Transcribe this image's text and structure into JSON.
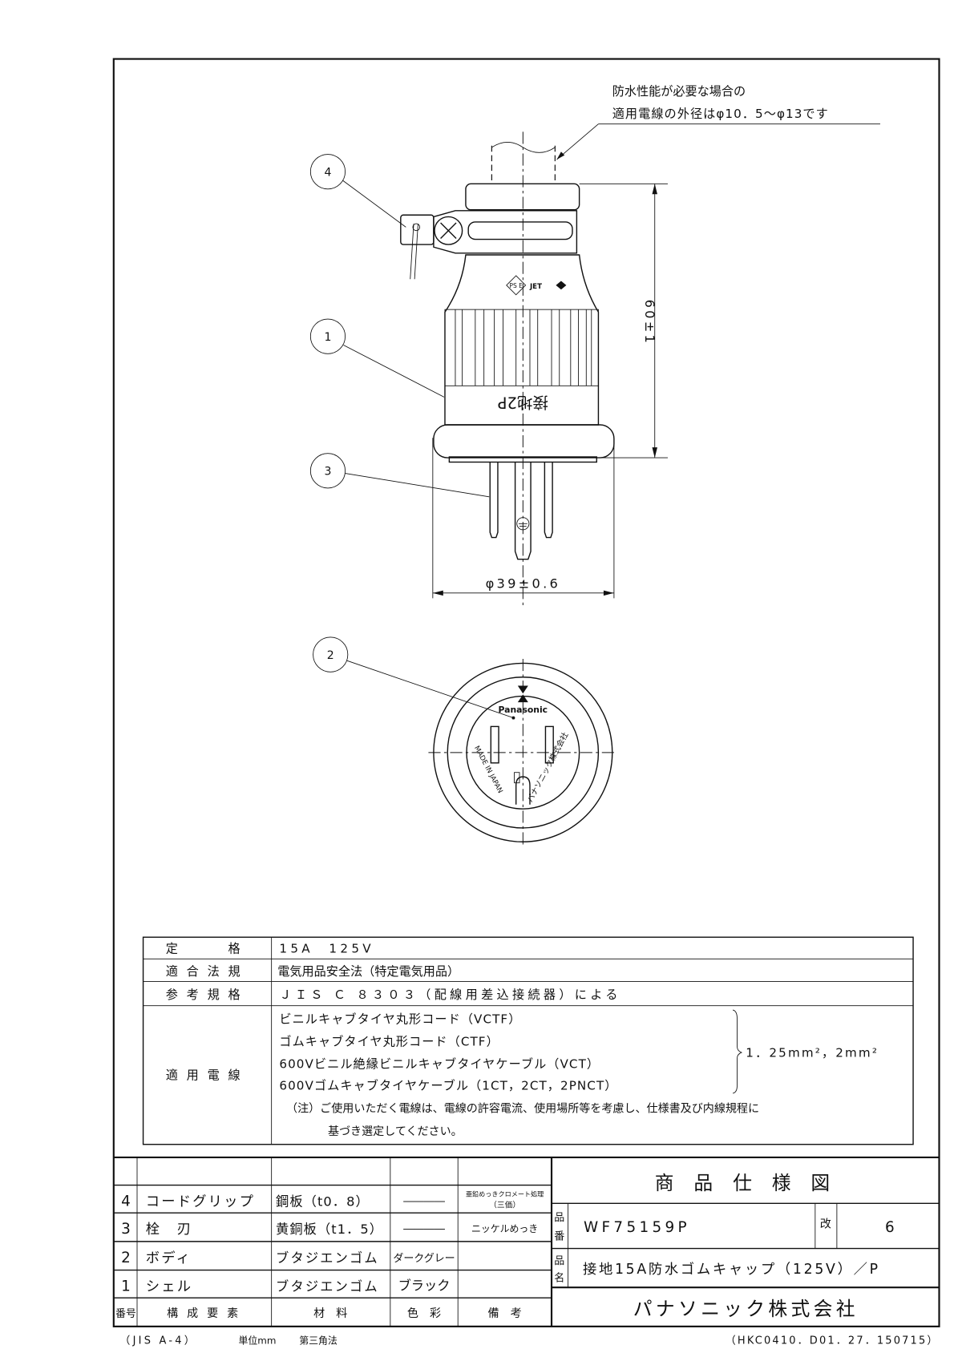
{
  "note": {
    "line1": "防水性能が必要な場合の",
    "line2": "適用電線の外径はφ10．5～φ13です"
  },
  "callouts": [
    "1",
    "2",
    "3",
    "4"
  ],
  "drawing": {
    "body_marking": "接地2P",
    "height_dim": "60±1",
    "diameter_dim": "φ39±0.6",
    "face_brand": "Panasonic",
    "face_made_in": "MADE IN JAPAN",
    "face_maker": "パナソニック株式会社",
    "cert_mark": "PS E",
    "jet_mark": "JET"
  },
  "spec_table": [
    {
      "label": "定　　格",
      "value": "15A　125V"
    },
    {
      "label": "適合法規",
      "value": "電気用品安全法（特定電気用品）"
    },
    {
      "label": "参考規格",
      "value": "ＪＩＳ Ｃ ８３０３（配線用差込接続器）による"
    }
  ],
  "wires": {
    "label": "適用電線",
    "items": [
      "ビニルキャブタイヤ丸形コード（VCTF）",
      "ゴムキャブタイヤ丸形コード（CTF）",
      "600Vビニル絶縁ビニルキャブタイヤケーブル（VCT）",
      "600Vゴムキャブタイヤケーブル（1CT，2CT，2PNCT）"
    ],
    "size": "1．25mm²，2mm²",
    "note1": "（注）ご使用いただく電線は、電線の許容電流、使用場所等を考慮し、仕様書及び内線規程に",
    "note2": "基づき選定してください。"
  },
  "parts": {
    "headers": {
      "no": "番号",
      "component": "構 成 要 素",
      "material": "材　料",
      "color": "色　彩",
      "remarks": "備　考"
    },
    "rows": [
      {
        "no": "4",
        "component": "コードグリップ",
        "material": "鋼板（t0．8）",
        "color": "――――",
        "remarks1": "亜鉛めっきクロメート処理",
        "remarks2": "（三価）"
      },
      {
        "no": "3",
        "component": "栓　刃",
        "material": "黄銅板（t1．5）",
        "color": "――――",
        "remarks1": "ニッケルめっき",
        "remarks2": ""
      },
      {
        "no": "2",
        "component": "ボディ",
        "material": "ブタジエンゴム",
        "color": "ダークグレー",
        "remarks1": "",
        "remarks2": ""
      },
      {
        "no": "1",
        "component": "シェル",
        "material": "ブタジエンゴム",
        "color": "ブラック",
        "remarks1": "",
        "remarks2": ""
      }
    ]
  },
  "title_block": {
    "title": "商 品 仕 様 図",
    "part_no_label_1": "品",
    "part_no_label_2": "番",
    "part_no": "WF75159P",
    "rev_label": "改",
    "rev": "6",
    "name_label_1": "品",
    "name_label_2": "名",
    "name": "接地15A防水ゴムキャップ（125V）／P",
    "company": "パナソニック株式会社"
  },
  "footer": {
    "paper": "（JIS A-4）",
    "unit": "単位mm",
    "projection": "第三角法",
    "doc_code": "（HKC0410．D01．27．150715）"
  }
}
